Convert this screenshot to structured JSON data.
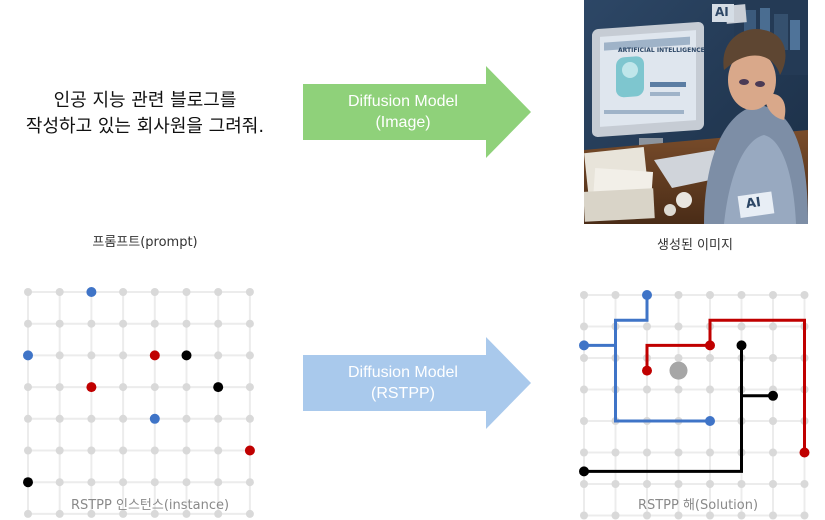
{
  "prompt": {
    "line1": "인공 지능 관련 블로그를",
    "line2": "작성하고 있는 회사원을 그려줘.",
    "caption": "프롬프트(prompt)"
  },
  "image_arrow": {
    "line1": "Diffusion Model",
    "line2": "(Image)",
    "color": "#8fd17a"
  },
  "generated": {
    "caption": "생성된 이미지",
    "screen_title": "ARTIFICIAL INTELLIGENCE",
    "badge1": "AI",
    "badge2": "AI"
  },
  "rstpp_arrow": {
    "line1": "Diffusion Model",
    "line2": "(RSTPP)",
    "color": "#a9c9ec"
  },
  "instance": {
    "caption": "RSTPP 인스턴스(instance)"
  },
  "solution": {
    "caption": "RSTPP 해(Solution)"
  },
  "colors": {
    "blue": "#3f74c7",
    "red": "#c00000",
    "black": "#000000",
    "grid_dot": "#d9d9d9",
    "obstacle": "#a6a6a6"
  }
}
